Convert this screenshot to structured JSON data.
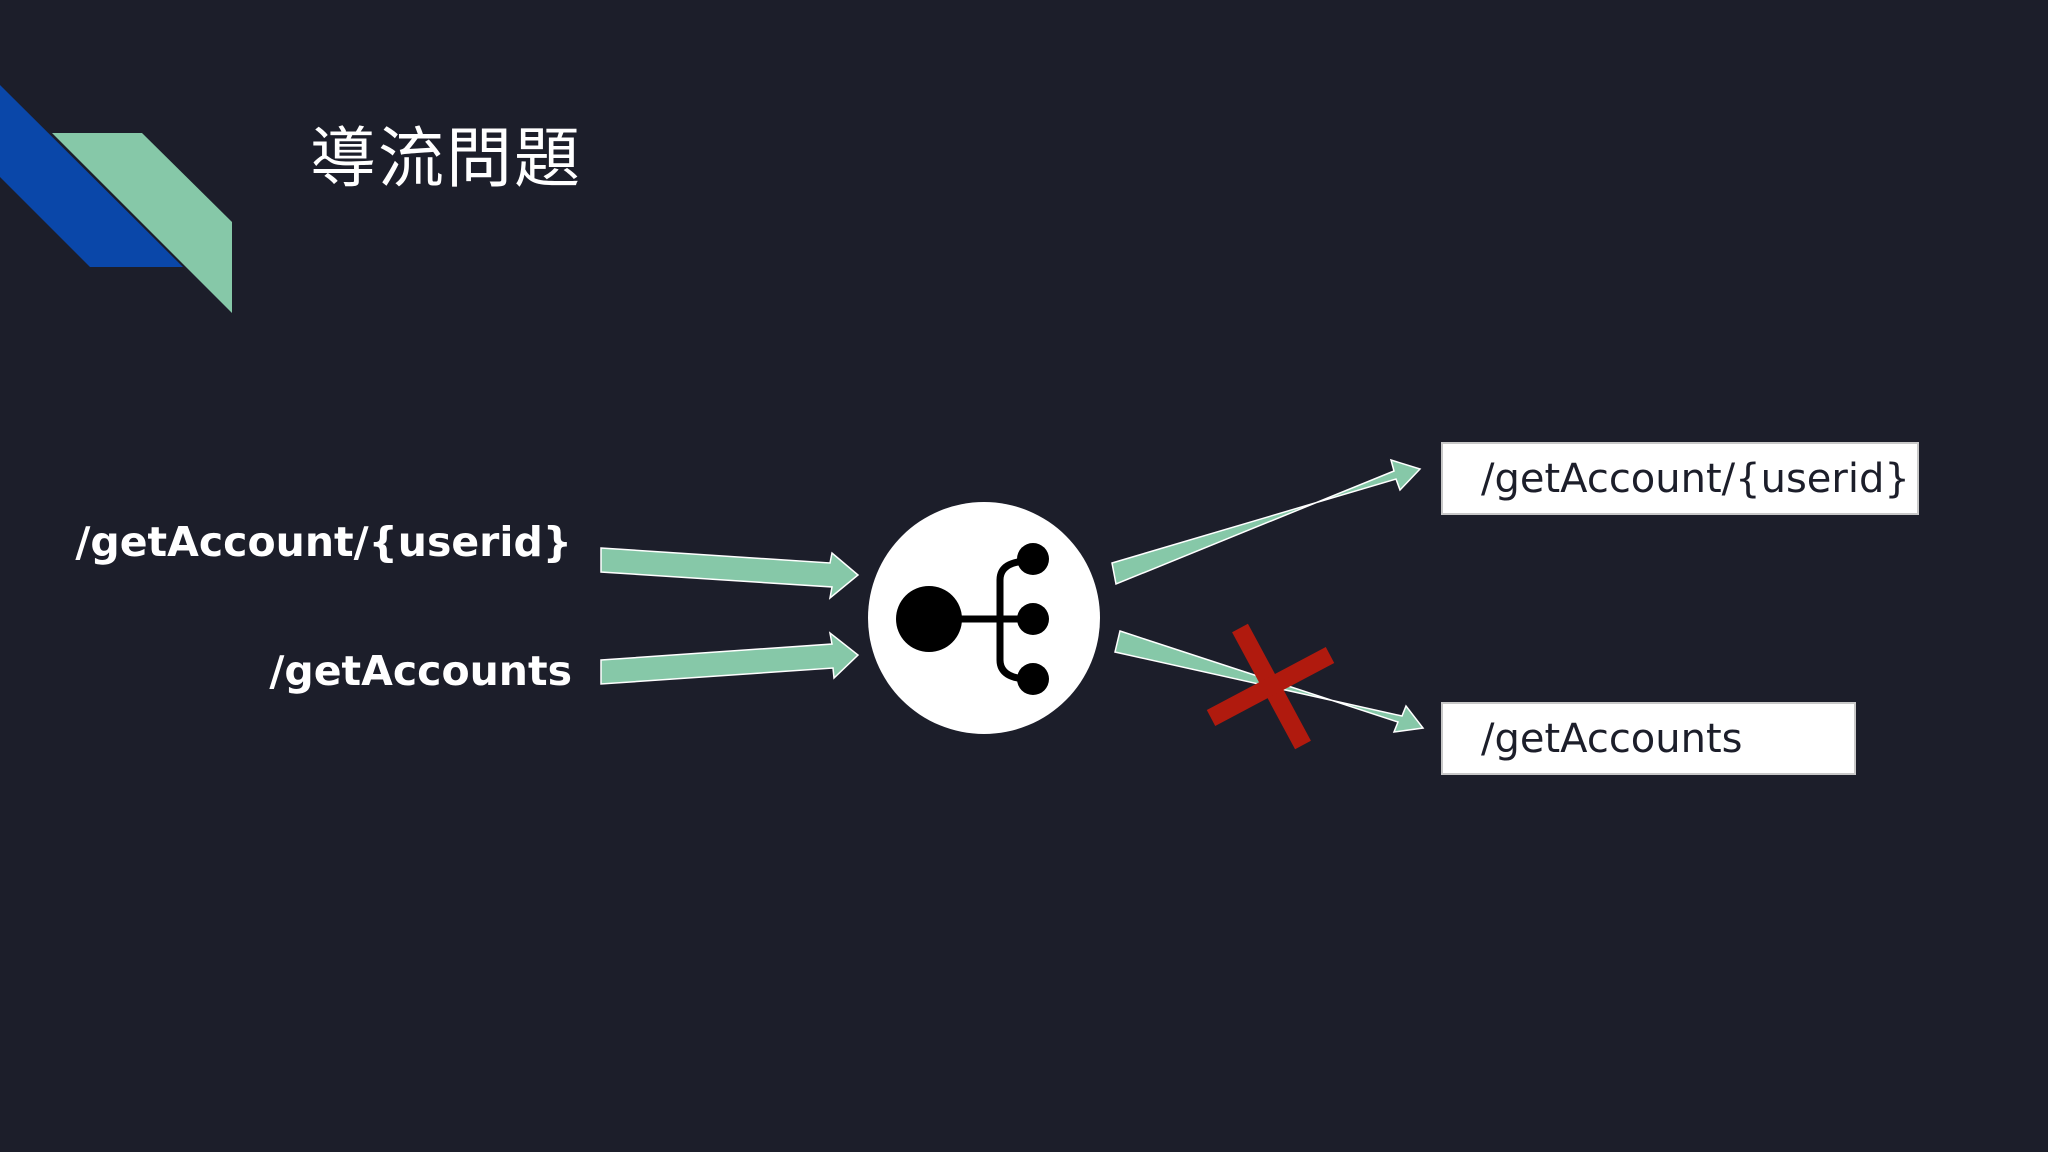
{
  "slide": {
    "title": "導流問題"
  },
  "inputs": [
    {
      "label": "/getAccount/{userid}"
    },
    {
      "label": "/getAccounts"
    }
  ],
  "router": {
    "icon": "traffic-split-icon"
  },
  "outputs": [
    {
      "label": "/getAccount/{userid}",
      "status": "routed"
    },
    {
      "label": "/getAccounts",
      "status": "blocked"
    }
  ],
  "colors": {
    "background": "#1c1e2a",
    "arrow": "#86c8a8",
    "accent_blue": "#0a47a9",
    "accent_green": "#86c8a8",
    "blocked_mark": "#b01a0e",
    "box": "#ffffff"
  }
}
